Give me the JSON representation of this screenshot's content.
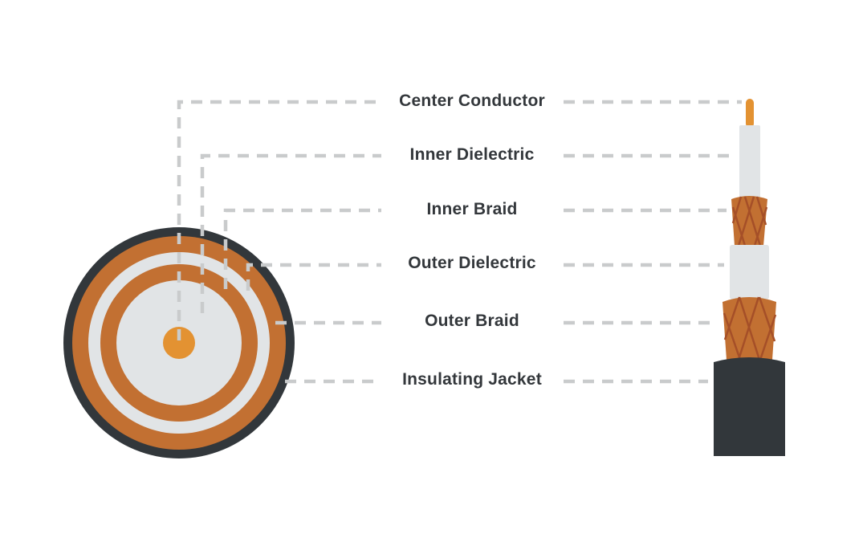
{
  "labels": {
    "center_conductor": "Center Conductor",
    "inner_dielectric": "Inner Dielectric",
    "inner_braid": "Inner Braid",
    "outer_dielectric": "Outer Dielectric",
    "outer_braid": "Outer Braid",
    "insulating_jacket": "Insulating Jacket"
  },
  "colors": {
    "jacket": "#32373b",
    "braid": "#c27032",
    "braid_weave": "#a54f28",
    "dielectric": "#e1e4e6",
    "conductor": "#e39232",
    "leader": "#c9cbcc"
  }
}
